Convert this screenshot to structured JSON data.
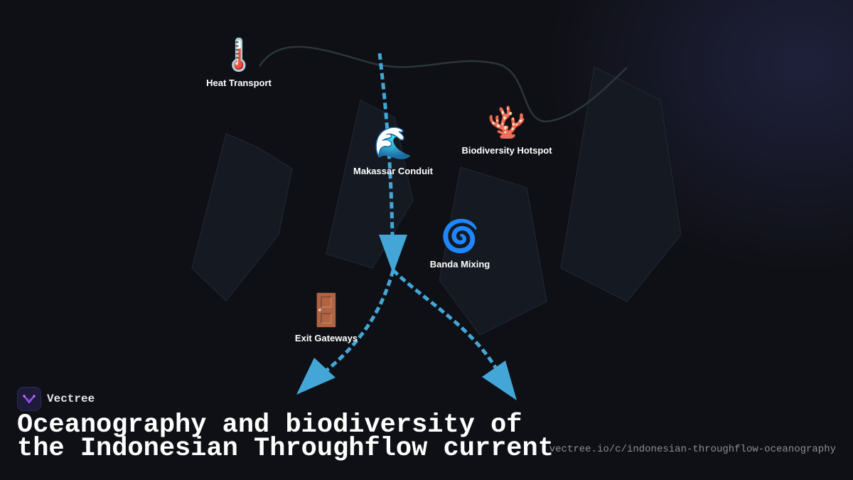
{
  "nodes": [
    {
      "id": "heat-transport",
      "icon": "thermometer-icon",
      "emoji": "🌡️",
      "label": "Heat Transport"
    },
    {
      "id": "makassar-conduit",
      "icon": "water-wave-icon",
      "emoji": "🌊",
      "label": "Makassar Conduit"
    },
    {
      "id": "biodiversity-hotspot",
      "icon": "coral-icon",
      "emoji": "🪸",
      "label": "Biodiversity Hotspot"
    },
    {
      "id": "banda-mixing",
      "icon": "cyclone-icon",
      "emoji": "🌀",
      "label": "Banda Mixing"
    },
    {
      "id": "exit-gateways",
      "icon": "door-icon",
      "emoji": "🚪",
      "label": "Exit Gateways"
    }
  ],
  "colors": {
    "background": "#0f1015",
    "flow_arrow": "#43a6d6",
    "island_fill": "#141922",
    "island_stroke": "#222a36",
    "wave_line": "#2a363b"
  },
  "brand": {
    "name": "Vectree",
    "logo_icon": "vectree-logo-icon"
  },
  "title": "Oceanography and biodiversity of the Indonesian Throughflow current",
  "url": "vectree.io/c/indonesian-throughflow-oceanography"
}
